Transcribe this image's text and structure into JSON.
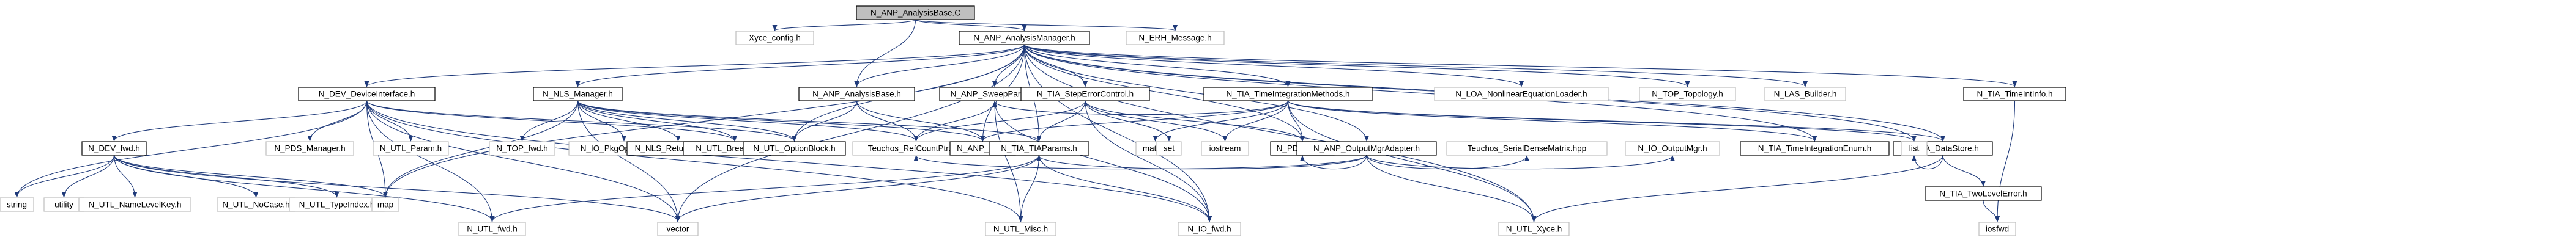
{
  "colors": {
    "edge": "#1f3a7a",
    "focal_fill": "#bfbfbf",
    "node_border": "#000000",
    "external_border": "#bfbfbf",
    "background": "#ffffff"
  },
  "nodes": [
    {
      "id": "root",
      "label": "N_ANP_AnalysisBase.C",
      "kind": "focal"
    },
    {
      "id": "xyce_config",
      "label": "Xyce_config.h",
      "kind": "external"
    },
    {
      "id": "anp_am",
      "label": "N_ANP_AnalysisManager.h",
      "kind": "internal"
    },
    {
      "id": "erh_msg",
      "label": "N_ERH_Message.h",
      "kind": "external"
    },
    {
      "id": "dev_di",
      "label": "N_DEV_DeviceInterface.h",
      "kind": "internal"
    },
    {
      "id": "nls_mgr",
      "label": "N_NLS_Manager.h",
      "kind": "internal"
    },
    {
      "id": "anp_ab",
      "label": "N_ANP_AnalysisBase.h",
      "kind": "internal"
    },
    {
      "id": "anp_sweep",
      "label": "N_ANP_SweepParam.h",
      "kind": "internal"
    },
    {
      "id": "tia_sec",
      "label": "N_TIA_StepErrorControl.h",
      "kind": "internal"
    },
    {
      "id": "tia_tim",
      "label": "N_TIA_TimeIntegrationMethods.h",
      "kind": "internal"
    },
    {
      "id": "loa_nel",
      "label": "N_LOA_NonlinearEquationLoader.h",
      "kind": "external"
    },
    {
      "id": "top_topo",
      "label": "N_TOP_Topology.h",
      "kind": "external"
    },
    {
      "id": "las_builder",
      "label": "N_LAS_Builder.h",
      "kind": "external"
    },
    {
      "id": "tia_tii",
      "label": "N_TIA_TimeIntInfo.h",
      "kind": "internal"
    },
    {
      "id": "dev_fwd",
      "label": "N_DEV_fwd.h",
      "kind": "internal"
    },
    {
      "id": "pds_mgr",
      "label": "N_PDS_Manager.h",
      "kind": "external"
    },
    {
      "id": "utl_param",
      "label": "N_UTL_Param.h",
      "kind": "external"
    },
    {
      "id": "top_fwd",
      "label": "N_TOP_fwd.h",
      "kind": "external"
    },
    {
      "id": "io_pkg",
      "label": "N_IO_PkgOptionsMgr.h",
      "kind": "external"
    },
    {
      "id": "nls_rc",
      "label": "N_NLS_ReturnCodes.h",
      "kind": "internal"
    },
    {
      "id": "utl_bp",
      "label": "N_UTL_BreakPoint.h",
      "kind": "internal"
    },
    {
      "id": "utl_ob",
      "label": "N_UTL_OptionBlock.h",
      "kind": "internal"
    },
    {
      "id": "teuchos_rcp",
      "label": "Teuchos_RefCountPtr.hpp",
      "kind": "external"
    },
    {
      "id": "anp_fwd",
      "label": "N_ANP_fwd.h",
      "kind": "internal"
    },
    {
      "id": "tia_tp",
      "label": "N_TIA_TIAParams.h",
      "kind": "internal"
    },
    {
      "id": "math_h",
      "label": "math.h",
      "kind": "external"
    },
    {
      "id": "set_h",
      "label": "set",
      "kind": "external"
    },
    {
      "id": "iostream",
      "label": "iostream",
      "kind": "external"
    },
    {
      "id": "pds_fwd",
      "label": "N_PDS_fwd.h",
      "kind": "internal"
    },
    {
      "id": "anp_oma",
      "label": "N_ANP_OutputMgrAdapter.h",
      "kind": "internal"
    },
    {
      "id": "teuchos_sdm",
      "label": "Teuchos_SerialDenseMatrix.hpp",
      "kind": "external"
    },
    {
      "id": "io_omgr",
      "label": "N_IO_OutputMgr.h",
      "kind": "external"
    },
    {
      "id": "tia_tie",
      "label": "N_TIA_TimeIntegrationEnum.h",
      "kind": "internal"
    },
    {
      "id": "tia_ds",
      "label": "N_TIA_DataStore.h",
      "kind": "internal"
    },
    {
      "id": "list_h",
      "label": "list",
      "kind": "external"
    },
    {
      "id": "tia_tle",
      "label": "N_TIA_TwoLevelError.h",
      "kind": "internal"
    },
    {
      "id": "string_h",
      "label": "string",
      "kind": "external"
    },
    {
      "id": "utility_h",
      "label": "utility",
      "kind": "external"
    },
    {
      "id": "utl_nlk",
      "label": "N_UTL_NameLevelKey.h",
      "kind": "external"
    },
    {
      "id": "utl_nc",
      "label": "N_UTL_NoCase.h",
      "kind": "external"
    },
    {
      "id": "utl_ti",
      "label": "N_UTL_TypeIndex.h",
      "kind": "external"
    },
    {
      "id": "map_h",
      "label": "map",
      "kind": "external"
    },
    {
      "id": "utl_fwd",
      "label": "N_UTL_fwd.h",
      "kind": "external"
    },
    {
      "id": "vector_h",
      "label": "vector",
      "kind": "external"
    },
    {
      "id": "utl_misc",
      "label": "N_UTL_Misc.h",
      "kind": "external"
    },
    {
      "id": "io_fwd",
      "label": "N_IO_fwd.h",
      "kind": "external"
    },
    {
      "id": "utl_xyce",
      "label": "N_UTL_Xyce.h",
      "kind": "external"
    },
    {
      "id": "iosfwd",
      "label": "iosfwd",
      "kind": "external"
    }
  ],
  "edges": [
    [
      "root",
      "xyce_config"
    ],
    [
      "root",
      "anp_am"
    ],
    [
      "root",
      "erh_msg"
    ],
    [
      "root",
      "anp_ab"
    ],
    [
      "anp_am",
      "dev_di"
    ],
    [
      "anp_am",
      "nls_mgr"
    ],
    [
      "anp_am",
      "anp_ab"
    ],
    [
      "anp_am",
      "anp_sweep"
    ],
    [
      "anp_am",
      "tia_sec"
    ],
    [
      "anp_am",
      "tia_tim"
    ],
    [
      "anp_am",
      "loa_nel"
    ],
    [
      "anp_am",
      "top_topo"
    ],
    [
      "anp_am",
      "las_builder"
    ],
    [
      "anp_am",
      "tia_tii"
    ],
    [
      "anp_am",
      "utl_ob"
    ],
    [
      "anp_am",
      "anp_fwd"
    ],
    [
      "anp_am",
      "tia_tp"
    ],
    [
      "anp_am",
      "anp_oma"
    ],
    [
      "anp_am",
      "tia_tie"
    ],
    [
      "anp_am",
      "tia_ds"
    ],
    [
      "anp_am",
      "list_h"
    ],
    [
      "anp_am",
      "pds_fwd"
    ],
    [
      "anp_am",
      "io_fwd"
    ],
    [
      "anp_am",
      "utl_xyce"
    ],
    [
      "anp_am",
      "map_h"
    ],
    [
      "anp_am",
      "vector_h"
    ],
    [
      "dev_di",
      "dev_fwd"
    ],
    [
      "dev_di",
      "pds_mgr"
    ],
    [
      "dev_di",
      "utl_param"
    ],
    [
      "dev_di",
      "utl_bp"
    ],
    [
      "dev_di",
      "utl_ob"
    ],
    [
      "dev_di",
      "string_h"
    ],
    [
      "dev_di",
      "map_h"
    ],
    [
      "dev_di",
      "utl_fwd"
    ],
    [
      "dev_di",
      "io_fwd"
    ],
    [
      "dev_di",
      "utl_misc"
    ],
    [
      "dev_di",
      "vector_h"
    ],
    [
      "nls_mgr",
      "top_fwd"
    ],
    [
      "nls_mgr",
      "io_pkg"
    ],
    [
      "nls_mgr",
      "nls_rc"
    ],
    [
      "nls_mgr",
      "utl_bp"
    ],
    [
      "nls_mgr",
      "utl_ob"
    ],
    [
      "nls_mgr",
      "teuchos_rcp"
    ],
    [
      "nls_mgr",
      "anp_fwd"
    ],
    [
      "nls_mgr",
      "tia_tp"
    ],
    [
      "nls_mgr",
      "map_h"
    ],
    [
      "nls_mgr",
      "vector_h"
    ],
    [
      "anp_ab",
      "utl_ob"
    ],
    [
      "anp_ab",
      "teuchos_rcp"
    ],
    [
      "anp_ab",
      "anp_fwd"
    ],
    [
      "anp_sweep",
      "teuchos_rcp"
    ],
    [
      "anp_sweep",
      "utl_misc"
    ],
    [
      "anp_sweep",
      "io_fwd"
    ],
    [
      "tia_sec",
      "tia_tp"
    ],
    [
      "tia_sec",
      "set_h"
    ],
    [
      "tia_sec",
      "iostream"
    ],
    [
      "tia_sec",
      "pds_fwd"
    ],
    [
      "tia_sec",
      "teuchos_rcp"
    ],
    [
      "tia_sec",
      "io_fwd"
    ],
    [
      "tia_tim",
      "math_h"
    ],
    [
      "tia_tim",
      "tia_tie"
    ],
    [
      "tia_tim",
      "tia_ds"
    ],
    [
      "tia_tim",
      "iostream"
    ],
    [
      "tia_tim",
      "pds_fwd"
    ],
    [
      "tia_tim",
      "utl_xyce"
    ],
    [
      "tia_tim",
      "anp_sweep"
    ],
    [
      "tia_tim",
      "anp_fwd"
    ],
    [
      "tia_tim",
      "list_h"
    ],
    [
      "tia_tii",
      "iosfwd"
    ],
    [
      "dev_fwd",
      "string_h"
    ],
    [
      "dev_fwd",
      "utility_h"
    ],
    [
      "dev_fwd",
      "utl_nlk"
    ],
    [
      "dev_fwd",
      "utl_nc"
    ],
    [
      "dev_fwd",
      "utl_ti"
    ],
    [
      "dev_fwd",
      "map_h"
    ],
    [
      "dev_fwd",
      "utl_fwd"
    ],
    [
      "dev_fwd",
      "vector_h"
    ],
    [
      "tia_tp",
      "utl_fwd"
    ],
    [
      "tia_tp",
      "vector_h"
    ],
    [
      "tia_tp",
      "utl_misc"
    ],
    [
      "tia_tp",
      "io_fwd"
    ],
    [
      "anp_oma",
      "teuchos_sdm"
    ],
    [
      "anp_oma",
      "io_omgr"
    ],
    [
      "anp_oma",
      "utl_xyce"
    ],
    [
      "anp_oma",
      "pds_fwd"
    ],
    [
      "anp_oma",
      "teuchos_rcp"
    ],
    [
      "anp_oma",
      "tia_tp"
    ],
    [
      "tia_ds",
      "list_h"
    ],
    [
      "tia_ds",
      "tia_tle"
    ],
    [
      "tia_ds",
      "utl_xyce"
    ],
    [
      "tia_tle",
      "iosfwd"
    ]
  ]
}
